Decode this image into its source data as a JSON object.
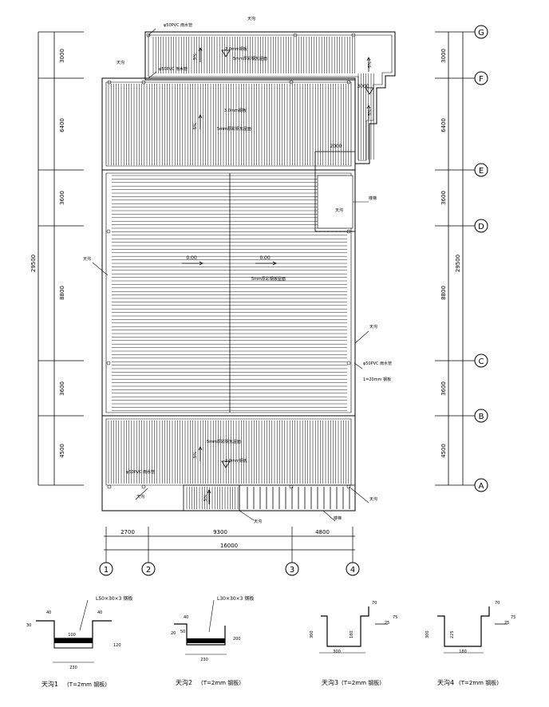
{
  "left_dims": [
    "3000",
    "6400",
    "3600",
    "8800",
    "3600",
    "4500"
  ],
  "right_dims": [
    "3000",
    "6400",
    "3600",
    "8800",
    "3600",
    "4500"
  ],
  "total_dim": "29500",
  "axes_letters": [
    "G",
    "F",
    "E",
    "D",
    "C",
    "B",
    "A"
  ],
  "axes_numbers": [
    "1",
    "2",
    "3",
    "4"
  ],
  "bottom_dims": [
    "2700",
    "9300",
    "4800"
  ],
  "bottom_total": "16000",
  "plan_labels": {
    "top_gutter": "φ50PVC 雨水管",
    "top_note": "2.0mm钢板",
    "top_roof": "5mm厚彩钢瓦屋面",
    "top_edge": "天沟",
    "f_gutter": "φ50PVC 雨水管",
    "f_edge": "天沟",
    "mid_note": "3.0mm钢板",
    "mid_roof": "5mm厚彩钢瓦屋面",
    "dim_2000": "2000",
    "dim_3000": "3000",
    "room_label": "楼梯",
    "stair_label": "天沟",
    "left_edge": "天沟",
    "arrow_left": "0.00",
    "arrow_right": "0.00",
    "center_roof": "5mm厚彩钢板屋面",
    "right_edge": "天沟",
    "right_pipe": "φ50PVC 雨水管",
    "right_note": "1=20mm 钢板",
    "bot_roof": "5mm厚彩钢瓦屋面",
    "bot_note": "2.0mm钢板",
    "bot_gutter": "φ50PVC 雨水管",
    "bot_edge_l": "天沟",
    "bot_edge_m": "天沟",
    "bot_stair": "楼梯",
    "bot_edge_r": "天沟",
    "slope": "5%"
  },
  "details": [
    {
      "title": "天沟1",
      "note": "(T=2mm 钢板)",
      "lead": "L50×30×3 钢板",
      "dims": [
        "40",
        "40",
        "100",
        "120",
        "230",
        "30"
      ]
    },
    {
      "title": "天沟2",
      "note": "(T=2mm 钢板)",
      "lead": "L30×30×3 钢板",
      "dims": [
        "40",
        "200",
        "50",
        "230",
        "20"
      ]
    },
    {
      "title": "天沟3",
      "note": "(T=2mm 钢板)",
      "dims": [
        "300",
        "300",
        "180",
        "70",
        "25",
        "75"
      ]
    },
    {
      "title": "天沟4",
      "note": "(T=2mm 钢板)",
      "dims": [
        "300",
        "225",
        "180",
        "70",
        "25",
        "75"
      ]
    }
  ]
}
